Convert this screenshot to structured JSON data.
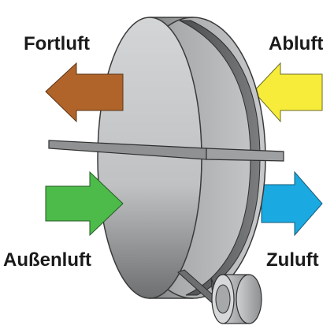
{
  "labels": {
    "exhaust_out": "Fortluft",
    "extract_in": "Abluft",
    "outdoor_in": "Außenluft",
    "supply_out": "Zuluft"
  },
  "colors": {
    "exhaust_arrow": "#b0642a",
    "extract_arrow": "#f7ec3a",
    "outdoor_arrow": "#4dbb4a",
    "supply_arrow": "#1aa9e0",
    "wheel_face": "#c9cbcd",
    "wheel_rim": "#8a8c8e",
    "belt": "#5e6062"
  },
  "icons": {
    "wheel": "rotary-heat-exchanger-wheel-icon",
    "motor": "drive-motor-pulley-icon"
  }
}
